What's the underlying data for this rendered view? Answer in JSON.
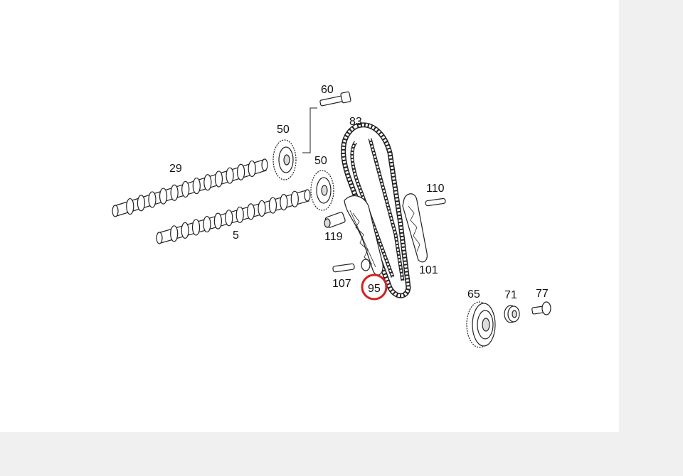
{
  "labels": {
    "p60": "60",
    "p83": "83",
    "p50a": "50",
    "p50b": "50",
    "p29": "29",
    "p110": "110",
    "p119": "119",
    "p5": "5",
    "p101": "101",
    "p107": "107",
    "p95": "95",
    "p65": "65",
    "p71": "71",
    "p77": "77"
  },
  "highlight": {
    "part": "95",
    "color": "#d42020"
  },
  "colors": {
    "background": "#f0f0f0",
    "canvas": "#ffffff",
    "line": "#222222"
  }
}
